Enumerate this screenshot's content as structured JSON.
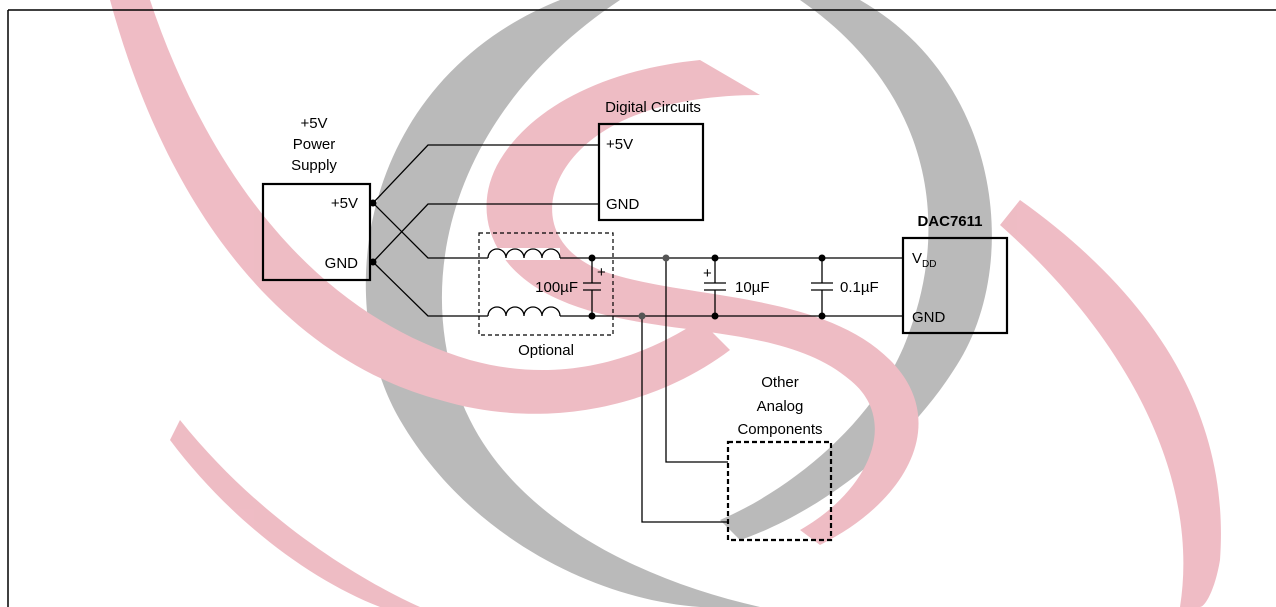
{
  "diagram": {
    "power_supply": {
      "title_line1": "+5V",
      "title_line2": "Power",
      "title_line3": "Supply",
      "pin_plus": "+5V",
      "pin_gnd": "GND"
    },
    "digital_circuits": {
      "title": "Digital Circuits",
      "pin_plus": "+5V",
      "pin_gnd": "GND"
    },
    "dac": {
      "title": "DAC7611",
      "pin_vdd_main": "V",
      "pin_vdd_sub": "DD",
      "pin_gnd": "GND"
    },
    "capacitors": {
      "c1": "100µF",
      "c2": "10µF",
      "c3": "0.1µF",
      "polarity": "+"
    },
    "optional_label": "Optional",
    "other_analog": {
      "line1": "Other",
      "line2": "Analog",
      "line3": "Components"
    },
    "watermark_colors": {
      "red": "#e8a0ac",
      "gray": "#9e9e9e"
    }
  }
}
